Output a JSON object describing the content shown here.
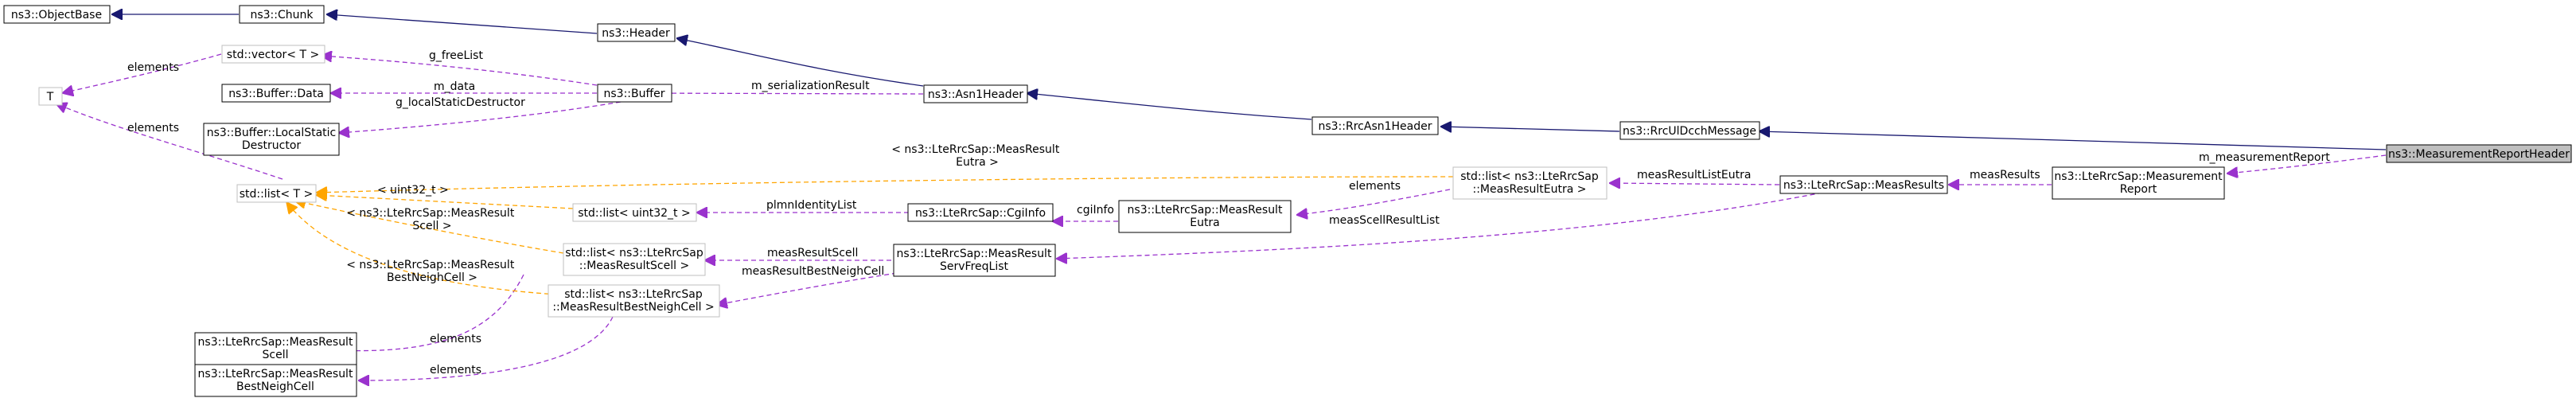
{
  "colors": {
    "inheritance": "#191970",
    "usage": "#9a32cd",
    "template": "#ffa500",
    "highlight_fill": "#bfbfbf",
    "node_fill": "#ffffff",
    "template_border": "#bfbfbf"
  },
  "nodes": {
    "objectbase": [
      "ns3::ObjectBase"
    ],
    "chunk": [
      "ns3::Chunk"
    ],
    "header": [
      "ns3::Header"
    ],
    "asn1header": [
      "ns3::Asn1Header"
    ],
    "rrcasn1header": [
      "ns3::RrcAsn1Header"
    ],
    "rrculdcchmessage": [
      "ns3::RrcUlDcchMessage"
    ],
    "measurementreportheader": [
      "ns3::MeasurementReportHeader"
    ],
    "t": [
      "T"
    ],
    "vector_t": [
      "std::vector< T >"
    ],
    "buffer": [
      "ns3::Buffer"
    ],
    "buffer_data": [
      "ns3::Buffer::Data"
    ],
    "buffer_localstatic": [
      "ns3::Buffer::LocalStatic",
      "Destructor"
    ],
    "list_t": [
      "std::list< T >"
    ],
    "list_uint32": [
      "std::list< uint32_t >"
    ],
    "cgiinfo": [
      "ns3::LteRrcSap::CgiInfo"
    ],
    "measresulteutra": [
      "ns3::LteRrcSap::MeasResult",
      "Eutra"
    ],
    "list_measresulteutra": [
      "std::list< ns3::LteRrcSap",
      "::MeasResultEutra >"
    ],
    "measresults": [
      "ns3::LteRrcSap::MeasResults"
    ],
    "measurementreport": [
      "ns3::LteRrcSap::Measurement",
      "Report"
    ],
    "list_measresultscell": [
      "std::list< ns3::LteRrcSap",
      "::MeasResultScell >"
    ],
    "measresultservfreqlist": [
      "ns3::LteRrcSap::MeasResult",
      "ServFreqList"
    ],
    "list_measresultbestneighcell": [
      "std::list< ns3::LteRrcSap",
      "::MeasResultBestNeighCell >"
    ],
    "measresultscell": [
      "ns3::LteRrcSap::MeasResult",
      "Scell"
    ],
    "measresultbestneighcell": [
      "ns3::LteRrcSap::MeasResult",
      "BestNeighCell"
    ]
  },
  "edge_labels": {
    "m_measurementReport": "m_measurementReport",
    "measResults": "measResults",
    "measResultListEutra": "measResultListEutra",
    "measScellResultList": "measScellResultList",
    "elements_eutra": "elements",
    "cgiInfo": "cgiInfo",
    "plmnIdentityList": "plmnIdentityList",
    "measResultScell": "measResultScell",
    "measResultBestNeighCell": "measResultBestNeighCell",
    "m_serializationResult": "m_serializationResult",
    "g_freeList": "g_freeList",
    "m_data": "m_data",
    "g_localStaticDestructor": "g_localStaticDestructor",
    "elements_vector": "elements",
    "elements_list": "elements",
    "elements_scell": "elements",
    "elements_bestneigh": "elements",
    "tpl_eutra": [
      "< ns3::LteRrcSap::MeasResult",
      "Eutra >"
    ],
    "tpl_uint32": [
      "< uint32_t >"
    ],
    "tpl_scell": [
      "< ns3::LteRrcSap::MeasResult",
      "Scell >"
    ],
    "tpl_bestneigh": [
      "< ns3::LteRrcSap::MeasResult",
      "BestNeighCell >"
    ]
  }
}
